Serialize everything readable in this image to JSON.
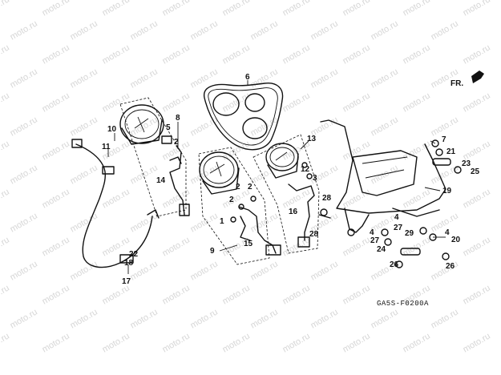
{
  "watermark": "moto.ru",
  "diagram_code": "GA5S-F0200A",
  "direction_label": "FR.",
  "callouts": {
    "c1": "1",
    "c2": "2",
    "c3": "3",
    "c4": "4",
    "c4b": "4",
    "c5": "5",
    "c6": "6",
    "c7": "7",
    "c8": "8",
    "c9": "9",
    "c10": "10",
    "c11": "11",
    "c12": "12",
    "c13": "13",
    "c14": "14",
    "c15": "15",
    "c16": "16",
    "c17": "17",
    "c18": "18",
    "c19": "19",
    "c20": "20",
    "c21": "21",
    "c22": "22",
    "c23": "23",
    "c24": "24",
    "c25": "25",
    "c26": "26",
    "c26b": "26",
    "c27": "27",
    "c27b": "27",
    "c28": "28",
    "c28b": "28",
    "c29": "29",
    "c2b": "2",
    "c2c": "2"
  }
}
